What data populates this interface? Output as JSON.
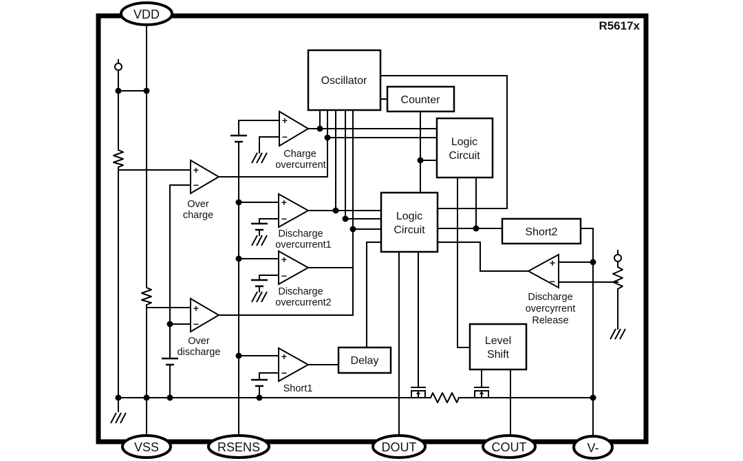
{
  "chip": {
    "part_number": "R5617x"
  },
  "colors": {
    "line": "#000000",
    "background": "#ffffff",
    "box_fill": "#ffffff"
  },
  "pins": {
    "vdd": "VDD",
    "vss": "VSS",
    "rsens": "RSENS",
    "dout": "DOUT",
    "cout": "COUT",
    "vminus": "V-"
  },
  "blocks": {
    "oscillator": "Oscillator",
    "counter": "Counter",
    "logic_top": {
      "line1": "Logic",
      "line2": "Circuit"
    },
    "logic_mid": {
      "line1": "Logic",
      "line2": "Circuit"
    },
    "short2": "Short2",
    "level_shift": {
      "line1": "Level",
      "line2": "Shift"
    },
    "delay": "Delay"
  },
  "comparators": {
    "charge_overcurrent": {
      "line1": "Charge",
      "line2": "overcurrent"
    },
    "over_charge": {
      "line1": "Over",
      "line2": "charge"
    },
    "discharge_overcurrent1": {
      "line1": "Discharge",
      "line2": "overcurrent1"
    },
    "discharge_overcurrent2": {
      "line1": "Discharge",
      "line2": "overcurrent2"
    },
    "over_discharge": {
      "line1": "Over",
      "line2": "discharge"
    },
    "short1": {
      "line1": "Short1"
    },
    "discharge_release": {
      "line1": "Discharge",
      "line2": "overcyrrent",
      "line3": "Release"
    }
  },
  "signs": {
    "plus": "+",
    "minus": "−"
  }
}
